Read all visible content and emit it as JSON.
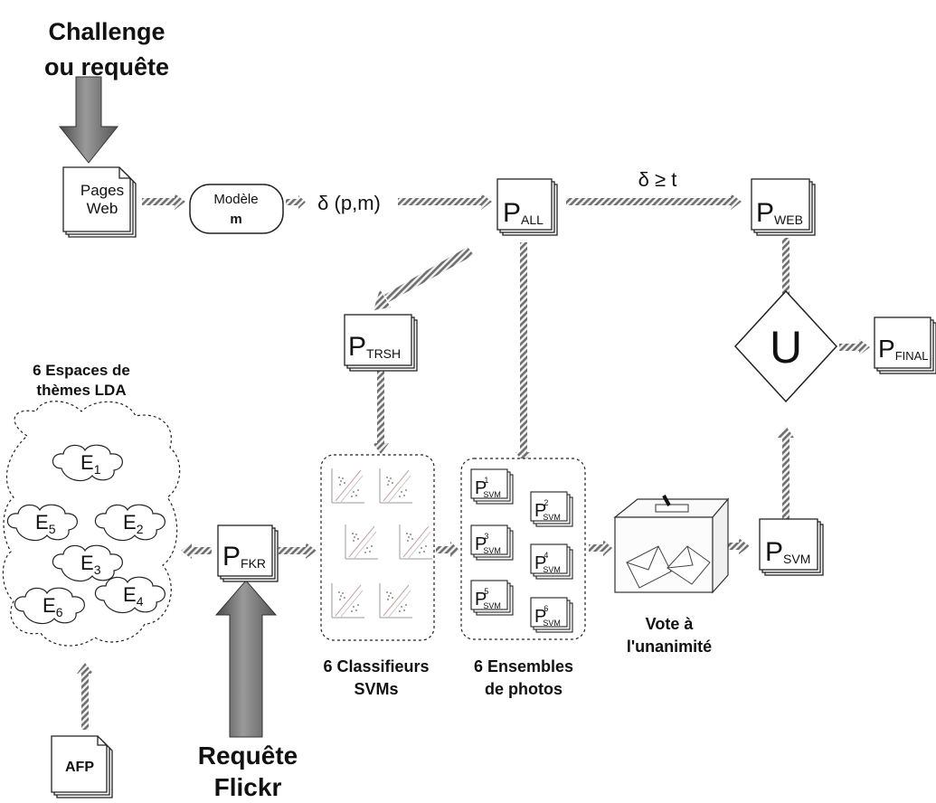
{
  "inputs": {
    "challenge_line1": "Challenge",
    "challenge_line2": "ou requête",
    "flickr_line1": "Requête",
    "flickr_line2": "Flickr"
  },
  "documents": {
    "pages_web_line1": "Pages",
    "pages_web_line2": "Web",
    "afp": "AFP"
  },
  "model": {
    "line1": "Modèle",
    "line2": "m"
  },
  "edges": {
    "distance": "δ (p,m)",
    "threshold": "δ ≥ t"
  },
  "sets": {
    "p_all": {
      "main": "P",
      "sub": "ALL"
    },
    "p_web": {
      "main": "P",
      "sub": "WEB"
    },
    "p_trsh": {
      "main": "P",
      "sub": "TRSH"
    },
    "p_final": {
      "main": "P",
      "sub": "FINAL"
    },
    "p_fkr": {
      "main": "P",
      "sub": "FKR"
    },
    "p_svm": {
      "main": "P",
      "sub": "SVM"
    }
  },
  "union_symbol": "U",
  "lda": {
    "title_line1": "6 Espaces de",
    "title_line2": "thèmes LDA",
    "spaces": [
      {
        "main": "E",
        "sub": "1"
      },
      {
        "main": "E",
        "sub": "5"
      },
      {
        "main": "E",
        "sub": "2"
      },
      {
        "main": "E",
        "sub": "3"
      },
      {
        "main": "E",
        "sub": "6"
      },
      {
        "main": "E",
        "sub": "4"
      }
    ]
  },
  "classifiers": {
    "line1": "6 Classifieurs",
    "line2": "SVMs"
  },
  "photo_sets": {
    "line1": "6 Ensembles",
    "line2": "de photos",
    "items": [
      {
        "main": "P",
        "sup": "1",
        "sub": "SVM"
      },
      {
        "main": "P",
        "sup": "2",
        "sub": "SVM"
      },
      {
        "main": "P",
        "sup": "3",
        "sub": "SVM"
      },
      {
        "main": "P",
        "sup": "4",
        "sub": "SVM"
      },
      {
        "main": "P",
        "sup": "5",
        "sub": "SVM"
      },
      {
        "main": "P",
        "sup": "6",
        "sub": "SVM"
      }
    ]
  },
  "vote": {
    "line1": "Vote à",
    "line2": "l'unanimité"
  },
  "colors": {
    "arrow_stripe": "#6f6f6f",
    "big_arrow": "#7a7a7a",
    "stroke": "#222222"
  }
}
